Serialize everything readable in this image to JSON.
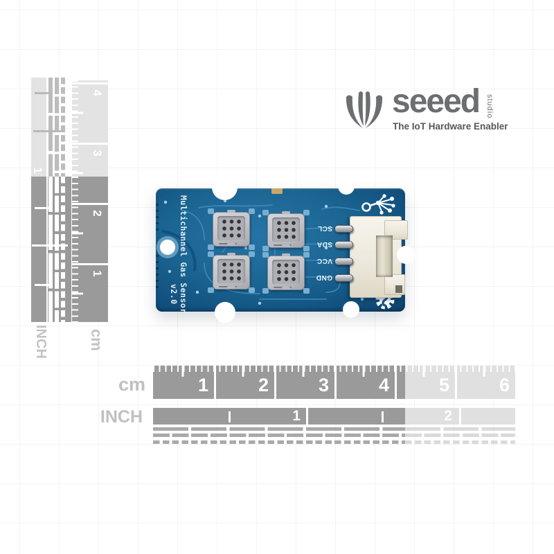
{
  "logo": {
    "brand": "seeed",
    "studio": "studio",
    "tagline": "The IoT Hardware Enabler"
  },
  "board": {
    "silkscreen_title": "Multichannel Gas Sensor",
    "silkscreen_version": "v2.0",
    "pin_labels": [
      "SCL",
      "SDA",
      "VCC",
      "GND"
    ]
  },
  "rulers": {
    "left": {
      "unit_cm_label": "cm",
      "unit_inch_label": "INCH",
      "cm_numbers": [
        "4",
        "3",
        "2",
        "1"
      ],
      "inch_numbers": [
        "1"
      ]
    },
    "bottom": {
      "unit_cm_label": "cm",
      "unit_inch_label": "INCH",
      "cm_numbers": [
        "1",
        "2",
        "3",
        "4",
        "5",
        "6"
      ],
      "inch_numbers": [
        "1",
        "2"
      ]
    }
  },
  "colors": {
    "pcb_blue": "#1b6592",
    "ruler_dark": "#9a9a9a",
    "ruler_light": "#e3e3e3",
    "logo_gray": "#6d6e71"
  }
}
